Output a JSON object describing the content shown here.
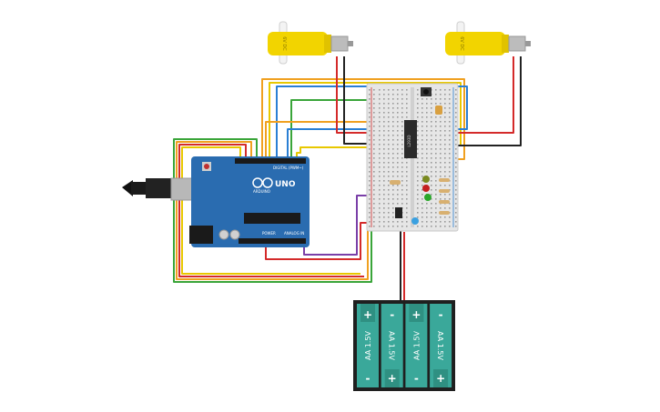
{
  "arduino": {
    "brand": "UNO",
    "model": "ARDUINO",
    "digital_label": "DIGITAL (PWM~)",
    "power_label": "POWER",
    "analog_label": "ANALOG IN"
  },
  "motors": [
    {
      "label": "6V DC"
    },
    {
      "label": "6V DC"
    }
  ],
  "battery": {
    "cells": [
      {
        "label": "AA 1.5V",
        "plus": "+",
        "minus": "-"
      },
      {
        "label": "AA 1.5V",
        "plus": "+",
        "minus": "-"
      },
      {
        "label": "AA 1.5V",
        "plus": "+",
        "minus": "-"
      },
      {
        "label": "AA 1.5V",
        "plus": "+",
        "minus": "-"
      }
    ]
  },
  "driver_ic": {
    "label": "L293D"
  },
  "colors": {
    "red": "#d42a2a",
    "black": "#222222",
    "orange": "#f0a020",
    "yellow": "#e8c800",
    "green": "#3aa53a",
    "blue": "#2a7fd4",
    "purple": "#7a3fa8",
    "arduino_blue": "#2a6cb0",
    "battery_teal": "#3aa89a",
    "motor_yellow": "#f2d400"
  }
}
